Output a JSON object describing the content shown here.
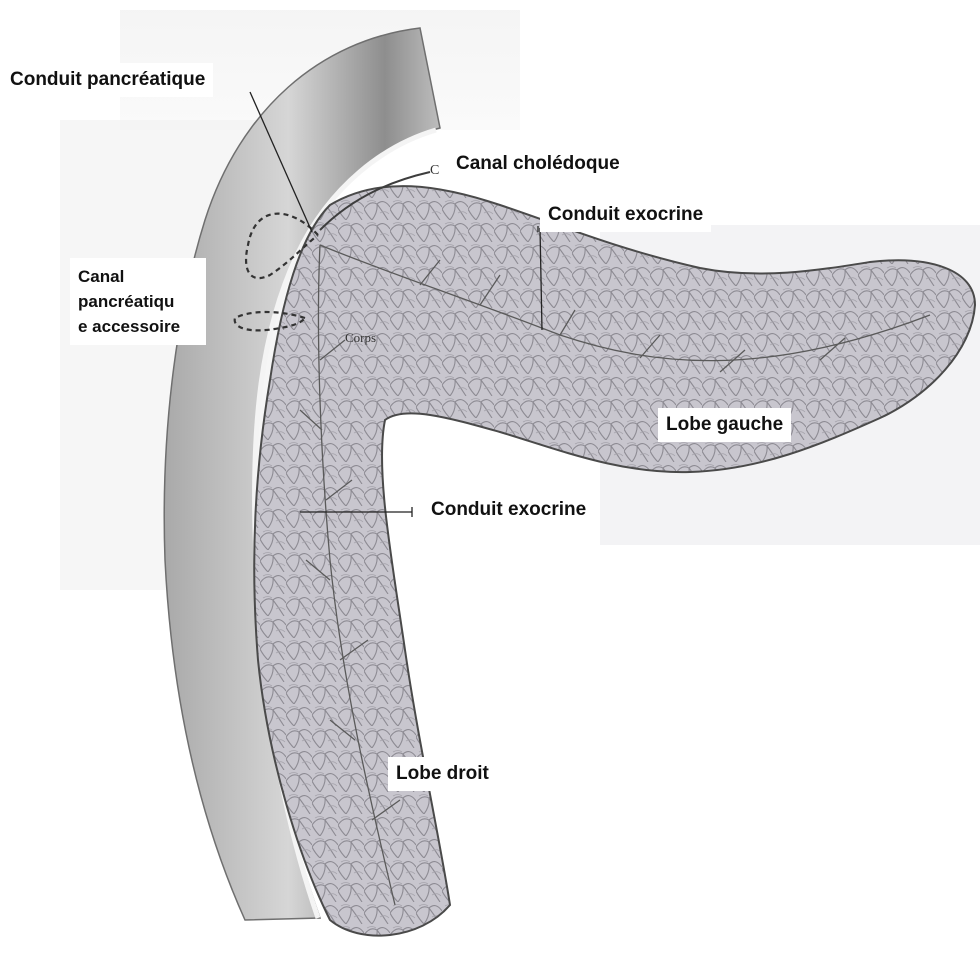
{
  "colors": {
    "background": "#ffffff",
    "duodenum_fill": "#c9c9c9",
    "duodenum_dark": "#8f8f8f",
    "pancreas_fill": "#c6c4cc",
    "pancreas_texture": "#8d8b93",
    "duct_line": "#5a5a5a",
    "label_bg": "#ffffff",
    "label_text": "#111111"
  },
  "labels": {
    "conduit_pancreatique": "Conduit pancréatique",
    "canal_choledoque": "Canal cholédoque",
    "conduit_exocrine_top": "Conduit exocrine",
    "canal_pancreatique_accessoire_line1": "Canal",
    "canal_pancreatique_accessoire_line2": "pancréatiqu",
    "canal_pancreatique_accessoire_line3": "e accessoire",
    "corps": "Corps",
    "lobe_gauche": "Lobe gauche",
    "conduit_exocrine_middle": "Conduit exocrine",
    "lobe_droit": "Lobe droit",
    "cut_letter": "C"
  }
}
